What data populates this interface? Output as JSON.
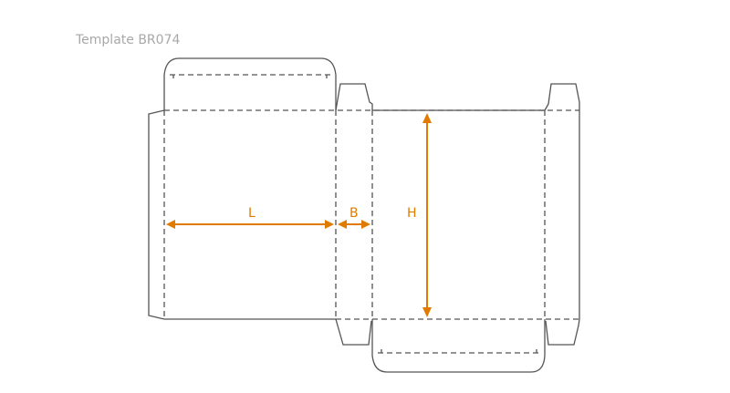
{
  "title": "Template BR074",
  "labels": {
    "length": "L",
    "breadth": "B",
    "height": "H"
  },
  "colors": {
    "dimension": "#e07b00",
    "line": "#555555",
    "title": "#a8a8a8"
  }
}
